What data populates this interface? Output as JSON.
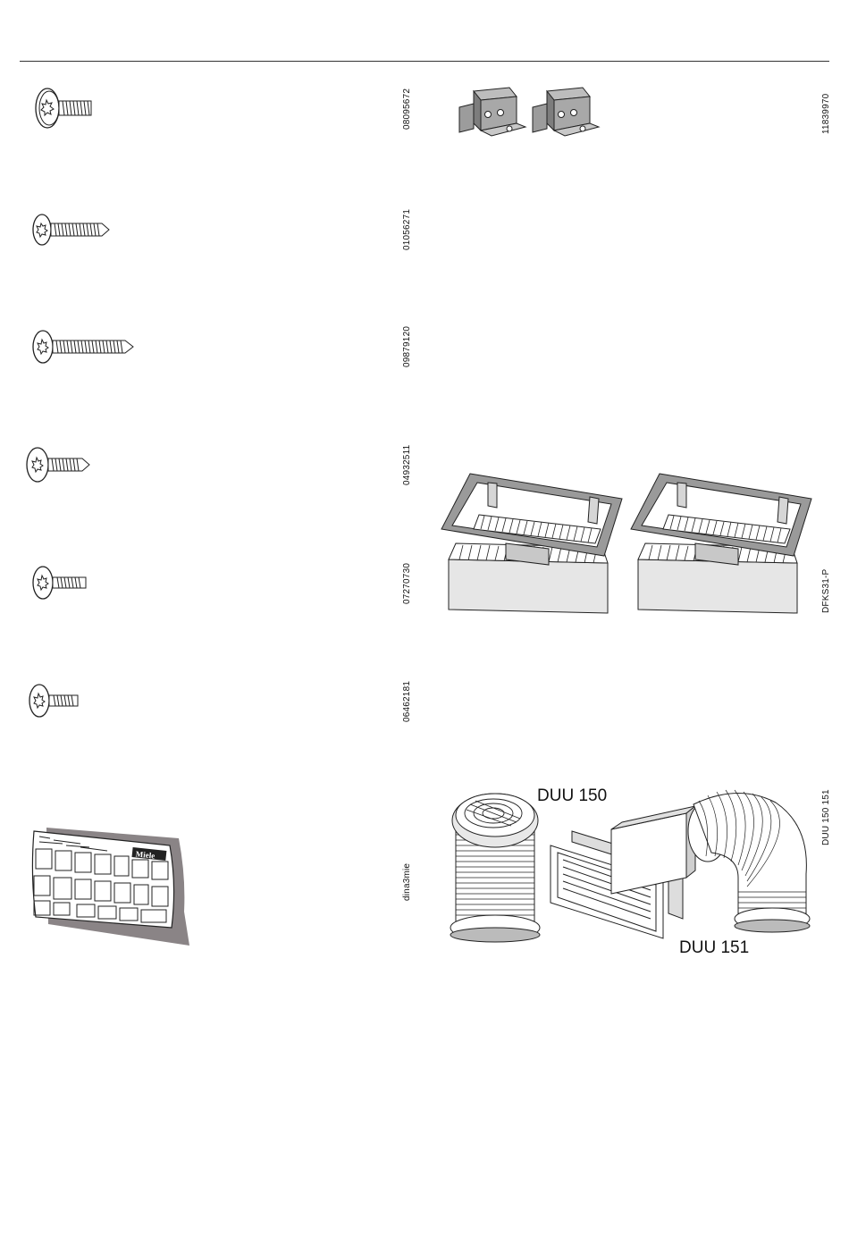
{
  "parts": [
    {
      "code": "08095672"
    },
    {
      "code": "01056271"
    },
    {
      "code": "09879120"
    },
    {
      "code": "04932511"
    },
    {
      "code": "07270730"
    },
    {
      "code": "06462181"
    },
    {
      "code": "dina3mie"
    },
    {
      "code": "11839970"
    },
    {
      "code": "DFKS31-P"
    },
    {
      "code": "DUU 150 151"
    }
  ],
  "labels": {
    "duu150": "DUU 150",
    "duu151": "DUU 151"
  },
  "card_brand": "Miele"
}
